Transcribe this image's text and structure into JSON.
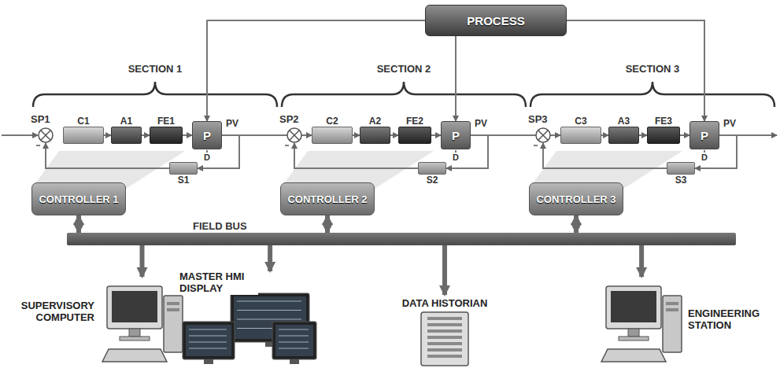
{
  "diagram": {
    "nodes": [
      {
        "text": [
          "PROCESS"
        ]
      },
      {
        "text": [
          "C1"
        ]
      },
      {
        "text": [
          "A1"
        ]
      },
      {
        "text": [
          "FE1"
        ]
      },
      {
        "text": [
          "P"
        ]
      },
      {
        "text": [
          "C2"
        ]
      },
      {
        "text": [
          "A2"
        ]
      },
      {
        "text": [
          "FE2"
        ]
      },
      {
        "text": [
          "P"
        ]
      },
      {
        "text": [
          "C3"
        ]
      },
      {
        "text": [
          "A3"
        ]
      },
      {
        "text": [
          "FE3"
        ]
      },
      {
        "text": [
          "P"
        ]
      },
      {
        "text": [
          "S1"
        ]
      },
      {
        "text": [
          "S2"
        ]
      },
      {
        "text": [
          "S3"
        ]
      },
      {
        "text": [
          "CONTROLLER 1"
        ]
      },
      {
        "text": [
          "CONTROLLER 2"
        ]
      },
      {
        "text": [
          "CONTROLLER 3"
        ]
      },
      {
        "text": [
          "FIELD BUS"
        ]
      },
      {
        "text": [
          "SUPERVISORY COMPUTER"
        ]
      },
      {
        "text": [
          "MASTER HMI DISPLAY"
        ]
      },
      {
        "text": [
          "DATA HISTORIAN"
        ]
      },
      {
        "text": [
          "ENGINEERING STATION"
        ]
      }
    ],
    "edges": [
      {
        "from": 0,
        "to": 4,
        "arrow": "to"
      },
      {
        "from": 0,
        "to": 8,
        "arrow": "to"
      },
      {
        "from": 0,
        "to": 12,
        "arrow": "to"
      },
      {
        "from": 1,
        "to": 2,
        "arrow": "to"
      },
      {
        "from": 2,
        "to": 3,
        "arrow": "to"
      },
      {
        "from": 3,
        "to": 4,
        "arrow": "to"
      },
      {
        "from": 4,
        "to": 13,
        "arrow": "to"
      },
      {
        "from": 4,
        "to": 5,
        "arrow": "to"
      },
      {
        "from": 5,
        "to": 6,
        "arrow": "to"
      },
      {
        "from": 6,
        "to": 7,
        "arrow": "to"
      },
      {
        "from": 7,
        "to": 8,
        "arrow": "to"
      },
      {
        "from": 8,
        "to": 14,
        "arrow": "to"
      },
      {
        "from": 8,
        "to": 9,
        "arrow": "to"
      },
      {
        "from": 9,
        "to": 10,
        "arrow": "to"
      },
      {
        "from": 10,
        "to": 11,
        "arrow": "to"
      },
      {
        "from": 11,
        "to": 12,
        "arrow": "to"
      },
      {
        "from": 12,
        "to": 15,
        "arrow": "to"
      },
      {
        "from": 16,
        "to": 19,
        "arrow": "both"
      },
      {
        "from": 17,
        "to": 19,
        "arrow": "both"
      },
      {
        "from": 18,
        "to": 19,
        "arrow": "both"
      },
      {
        "from": 19,
        "to": 20,
        "arrow": "to"
      },
      {
        "from": 19,
        "to": 21,
        "arrow": "to"
      },
      {
        "from": 19,
        "to": 22,
        "arrow": "to"
      },
      {
        "from": 19,
        "to": 23,
        "arrow": "to"
      }
    ],
    "labels": [
      "SECTION 1",
      "SECTION 2",
      "SECTION 3",
      "SP1",
      "PV",
      "D",
      "SP2",
      "PV",
      "D",
      "SP3",
      "PV",
      "D"
    ]
  }
}
